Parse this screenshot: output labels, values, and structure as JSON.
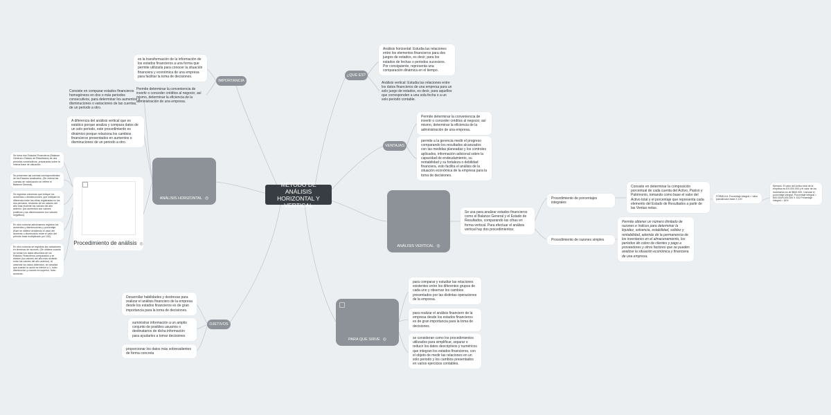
{
  "central": "MÉTODO DE ANÁLISIS HORIZONTAL Y VERTICAL",
  "importancia": {
    "label": "IMPORTANCIA",
    "n1": "es la transformación de la información de los estados financieros a una forma que permite utilizarla para conocer la situación financiera y económica de una empresa para facilitar la toma de decisiones.",
    "n2": "Permite determinar la conveniencia de invertir o conceder créditos al negocio; así mismo, determinar la eficiencia de la administración de una empresa."
  },
  "horizontal": {
    "label": "ANÁLISIS HORIZONTAL",
    "icon": "◎",
    "n1": "Consiste en comparar estados financieros homogéneos en dos o más periodos consecutivos, para determinar los aumentos y disminuciones o variaciones de las cuentas, de un periodo a otro.",
    "n2": "A diferencia del análisis vertical que es estático porque analiza y compara datos de un solo periodo, este procedimiento es dinámico porque relaciona los cambios financieros presentados en aumentos o disminuciones de un periodo a otro.",
    "proc_label": "Procedimiento de análisis",
    "proc_icon": "◎",
    "s1": "Se toma dos Estados Financieros (Balance General o Estado de Resultados) de dos periodos consecutivos, preparados sobre la misma base de valuación.",
    "s2": "Se presentan las cuentas correspondientes de los Estados analizados. (Se ordena las cuentas de valorización se refiere el Balance General).",
    "s3": "Se registran columnas que indique los aumentos o disminuciones, que indiquen la diferencia entre las cifras registradas en los dos periodos, restando de los valores del año más reciente los valores del año anterior. (los aumentos son valores positivos y las disminuciones son valores negativos).",
    "s4": "En otra columna adicionamos registrar los aumentos y disminuciones y porcentaje. (Este se obtiene dividiendo el valor del aumento o disminución entre el valor del período base multiplicado por 100).",
    "s5": "En otra columna se registran las variaciones en términos de razones. (Se obtiene cuando se toman los datos absolutos de los Estados Financieros comparados y se dividen (los valores del año más reciente entre los valores del año anterior). Al observar los datos obtenidos, se canaliza que cuando la razón es inferior a 1, hubo disminución y cuando es superior, hubo aumento."
  },
  "objetivos": {
    "label": "OJETIVOS",
    "n1": "Desarrollar habilidades y destrezas para realizar el análisis financiero de la empresa desde los estados financieros es de gran importancia para la toma de decisiones.",
    "n2": "suministrar información a un amplio conjunto de posibles usuarios o destinatarios de dicha información para ayudarles a tomar decisiones",
    "n3": "proporcionar los datos más sobresalientes de forma concreta"
  },
  "que_es": {
    "label": "¿QUE ES?",
    "n1": "Análisis horizontal: Estudia las relaciones entre los elementos financieros para dos juegos de estados, es decir, para los estados de fechas o periodos sucesivos. Por consiguiente, representa una comparación dinámica en el tiempo.",
    "n2": "Análisis vertical: Estudia las relaciones entre los datos financieros de una empresa para un solo juego de estados, es decir, para aquellos que corresponden a una sola fecha o a un solo periodo contable."
  },
  "ventajas": {
    "label": "VENTAJAS",
    "n1": "Permite determinar la conveniencia de invertir o conceder créditos al negocio; así mismo, determinar la eficiencia de la administración de una empresa.",
    "n2": "permite a la gerencia medir el progreso comparando los resultados alcanzados con las medidas planeadas y los controles aplicados, información adicional sobre la capacidad de endeudamiento, su rentabilidad y su fortaleza o debilidad financiera, esto facilita el análisis de la situación económica de la empresa para la toma de decisiones."
  },
  "vertical": {
    "label": "ANÁLISIS VERTICAL",
    "icon": "◎",
    "desc": "Se usa para analizar estados financieros como el Balance General y el Estado de Resultados, comparando las cifras en forma vertical. Para efectuar el análisis vertical hay dos procedimientos:",
    "p1_label": "Procedimiento de porcentajes integrales",
    "p1_desc": "Consiste en determinar la composición porcentual de cada cuenta del Activo, Pasivo y Patrimonio, tomando como base el valor del Activo total y el porcentaje que representa cada elemento del Estado de Resultados a partir de las Ventas netas.",
    "formula": "FÓRMULA: Porcentaje integral = Valor parcial/valor base X 100",
    "example": "Ejemplo: El valor del Activo total de la empresa es $ 5.000.000 y el valor de los inventarios es de $800.000. Calcular el porcentaje integral. Porcentaje integral = 800.000/5.000.000 X 100 Porcentaje integral = 16%",
    "p2_label": "Procedimiento de razones simples",
    "p2_desc": "Permite obtener un número ilimitado de razones e índices para determinar la liquidez, solvencia, estabilidad, solidez y rentabilidad, además de la permanencia de los inventarios en el almacenamiento, los periodos de cobro de clientes y pago a proveedores y otros factores que se pueden analizar la situación económica y financiera de una empresa."
  },
  "para_que": {
    "label": "PARA QUE SIRVE",
    "icon": "◎",
    "n1": "para comparar y estudiar las relaciones existentes entre los diferentes grupos de cada uno y observar los cambios presentados por las distintas operaciones de la empresa.",
    "n2": "para realizar el análisis financiero de la empresa desde los estados financieros es de gran importancia para la toma de decisiones.",
    "n3": "se consideran como los procedimientos utilizados para simplificar, separar o reducir los datos descriptivos y numéricos que integran los estados financieros, con el objeto de medir las relaciones en un solo periodo y los cambios presentados en varios ejercicios contables."
  },
  "colors": {
    "background": "#eceff2",
    "central": "#373d42",
    "card": "#8c9297",
    "line": "#c7ccd0",
    "text": "#2e3336"
  }
}
